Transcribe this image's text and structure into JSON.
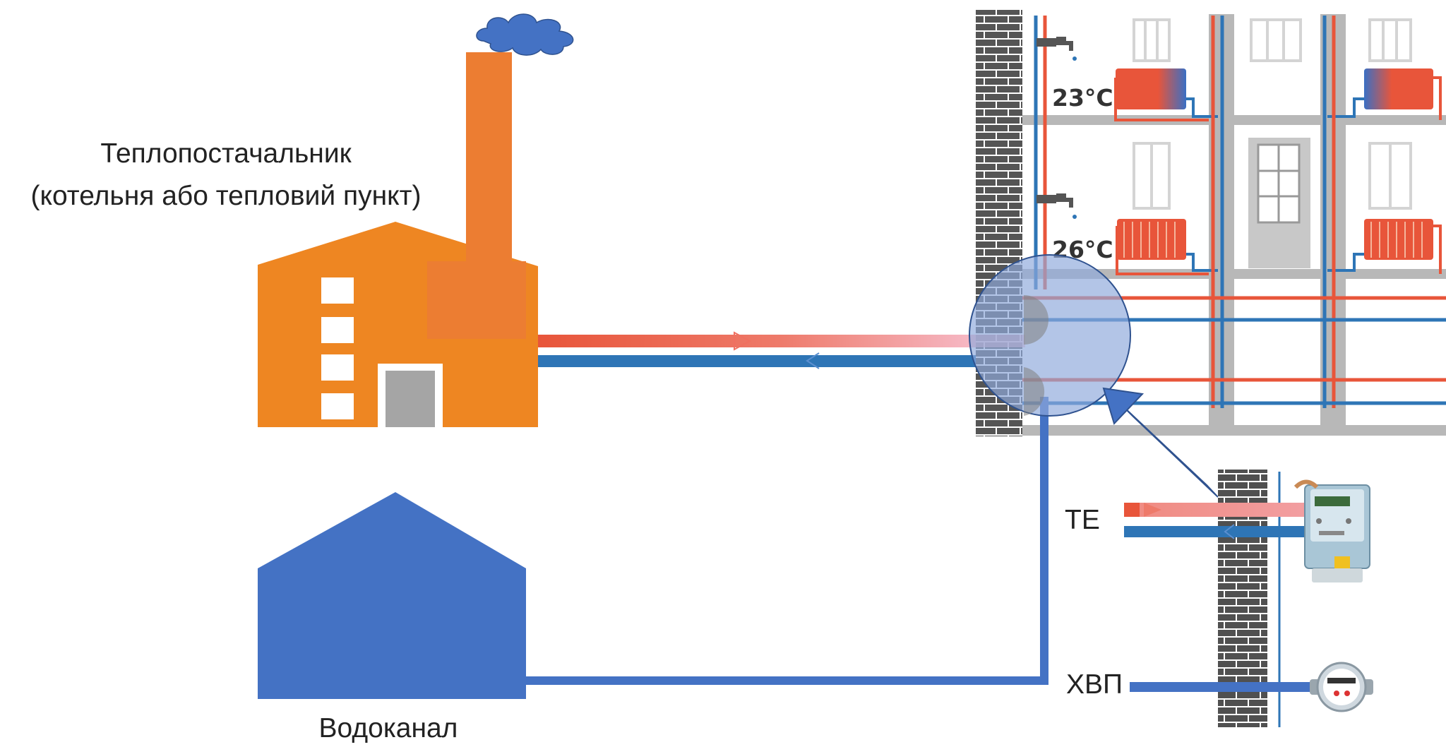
{
  "labels": {
    "heat_supplier_title": "Теплопостачальник",
    "heat_supplier_subtitle": "(котельня або тепловий пункт)",
    "water_utility": "Водоканал",
    "heat_energy": "ТЕ",
    "cold_water": "ХВП"
  },
  "building": {
    "temp_upper": "23°C",
    "temp_lower": "26°C"
  },
  "colors": {
    "factory": "#ee8622",
    "water_utility": "#4472c4",
    "hot_pipe": "#e8553a",
    "cold_pipe": "#2e75b6",
    "highlight_circle": "#8faadc"
  }
}
